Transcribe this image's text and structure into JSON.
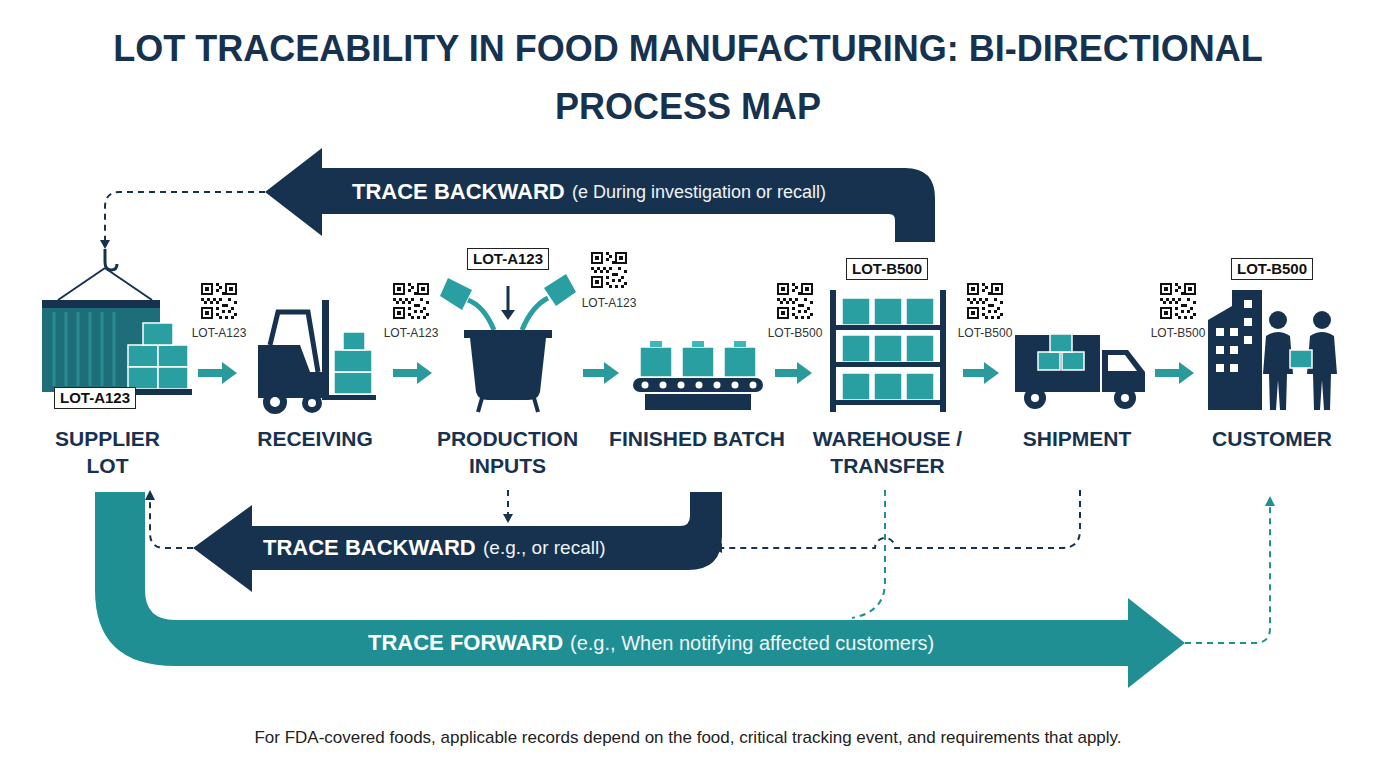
{
  "diagram": {
    "title": "LOT TRACEABILITY IN FOOD MANUFACTURING: BI-DIRECTIONAL PROCESS MAP",
    "caption": "For FDA-covered foods, applicable records depend on the food, critical tracking event, and requirements that apply.",
    "nodes": [
      {
        "text": [
          "SUPPLIER LOT"
        ]
      },
      {
        "text": [
          "RECEIVING"
        ]
      },
      {
        "text": [
          "PRODUCTION INPUTS"
        ]
      },
      {
        "text": [
          "FINISHED BATCH"
        ]
      },
      {
        "text": [
          "WAREHOUSE / TRANSFER"
        ]
      },
      {
        "text": [
          "SHIPMENT"
        ]
      },
      {
        "text": [
          "CUSTOMER"
        ]
      }
    ],
    "edges": [
      {
        "from": 0,
        "to": 1,
        "arrow": "to"
      },
      {
        "from": 1,
        "to": 2,
        "arrow": "to"
      },
      {
        "from": 2,
        "to": 3,
        "arrow": "to"
      },
      {
        "from": 3,
        "to": 4,
        "arrow": "to"
      },
      {
        "from": 4,
        "to": 5,
        "arrow": "to"
      },
      {
        "from": 5,
        "to": 6,
        "arrow": "to"
      }
    ],
    "labels": [
      "TRACE BACKWARD",
      "(e During investigation or recall)",
      "LOT-A123",
      "LOT-A123",
      "LOT-A123",
      "LOT-A123",
      "LOT-A123",
      "LOT-B500",
      "LOT-B500",
      "LOT-B500",
      "LOT-B500",
      "LOT-B500",
      "TRACE BACKWARD",
      "(e.g., or recall)",
      "TRACE FORWARD",
      "(e.g., When notifying affected customers)"
    ]
  }
}
